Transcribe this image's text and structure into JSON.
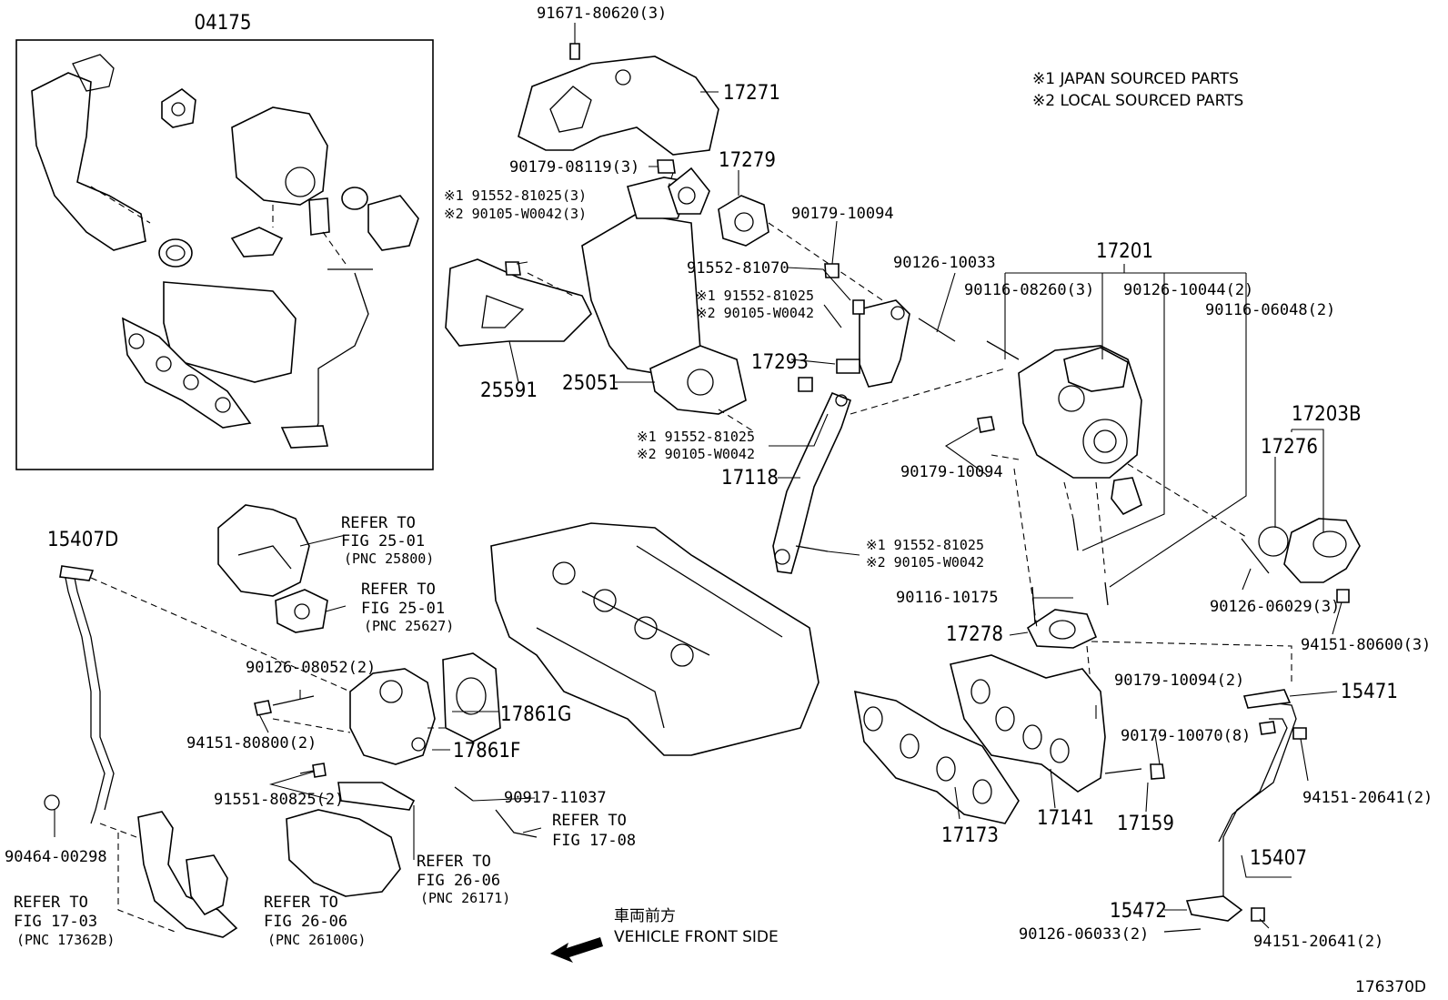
{
  "notes": [
    "※1 JAPAN SOURCED PARTS",
    "※2 LOCAL SOURCED PARTS"
  ],
  "figure_id": "176370D",
  "direction": {
    "jp": "車両前方",
    "en": "VEHICLE FRONT SIDE"
  },
  "assembly": {
    "number": "04175"
  },
  "labels": {
    "p91671": "91671-80620(3)",
    "p17271": "17271",
    "p90179_08119": "90179-08119(3)",
    "p17279": "17279",
    "p1_191552_a": "※1 91552-81025(3)",
    "p2_290105_a": "※2 90105-W0042(3)",
    "p90179_10094a": "90179-10094",
    "p91552_81070": "91552-81070",
    "p90126_10033": "90126-10033",
    "p17201": "17201",
    "p90116_08260": "90116-08260(3)",
    "p90126_10044": "90126-10044(2)",
    "p90116_06048": "90116-06048(2)",
    "p1_191552_b": "※1 91552-81025",
    "p2_290105_b": "※2 90105-W0042",
    "p25591": "25591",
    "p25051": "25051",
    "p17293": "17293",
    "p1_191552_c": "※1 91552-81025",
    "p2_290105_c": "※2 90105-W0042",
    "p17118": "17118",
    "p90179_10094b": "90179-10094",
    "p17203B": "17203B",
    "p17276": "17276",
    "p1_191552_d": "※1 91552-81025",
    "p2_290105_d": "※2 90105-W0042",
    "p15407D": "15407D",
    "p90116_10175": "90116-10175",
    "p90126_06029": "90126-06029(3)",
    "p17278": "17278",
    "p94151_80600": "94151-80600(3)",
    "p90126_08052": "90126-08052(2)",
    "p17861G": "17861G",
    "p90179_10094c": "90179-10094(2)",
    "p15471": "15471",
    "p94151_80800": "94151-80800(2)",
    "p17861F": "17861F",
    "p90179_10070": "90179-10070(8)",
    "p94151_20641a": "94151-20641(2)",
    "p91551_80825": "91551-80825(2)",
    "p90917_11037": "90917-11037",
    "p17173": "17173",
    "p17141": "17141",
    "p17159": "17159",
    "p90464_00298": "90464-00298",
    "p15407": "15407",
    "p15472": "15472",
    "p90126_06033": "90126-06033(2)",
    "p94151_20641b": "94151-20641(2)"
  },
  "refs": {
    "r1": {
      "l1": "REFER TO",
      "l2": "FIG 25-01",
      "l3": "(PNC 25800)"
    },
    "r2": {
      "l1": "REFER TO",
      "l2": "FIG 25-01",
      "l3": "(PNC 25627)"
    },
    "r3": {
      "l1": "REFER TO",
      "l2": "FIG 17-08"
    },
    "r4": {
      "l1": "REFER TO",
      "l2": "FIG 26-06",
      "l3": "(PNC 26171)"
    },
    "r5": {
      "l1": "REFER TO",
      "l2": "FIG 17-03",
      "l3": "(PNC 17362B)"
    },
    "r6": {
      "l1": "REFER TO",
      "l2": "FIG 26-06",
      "l3": "(PNC 26100G)"
    }
  }
}
